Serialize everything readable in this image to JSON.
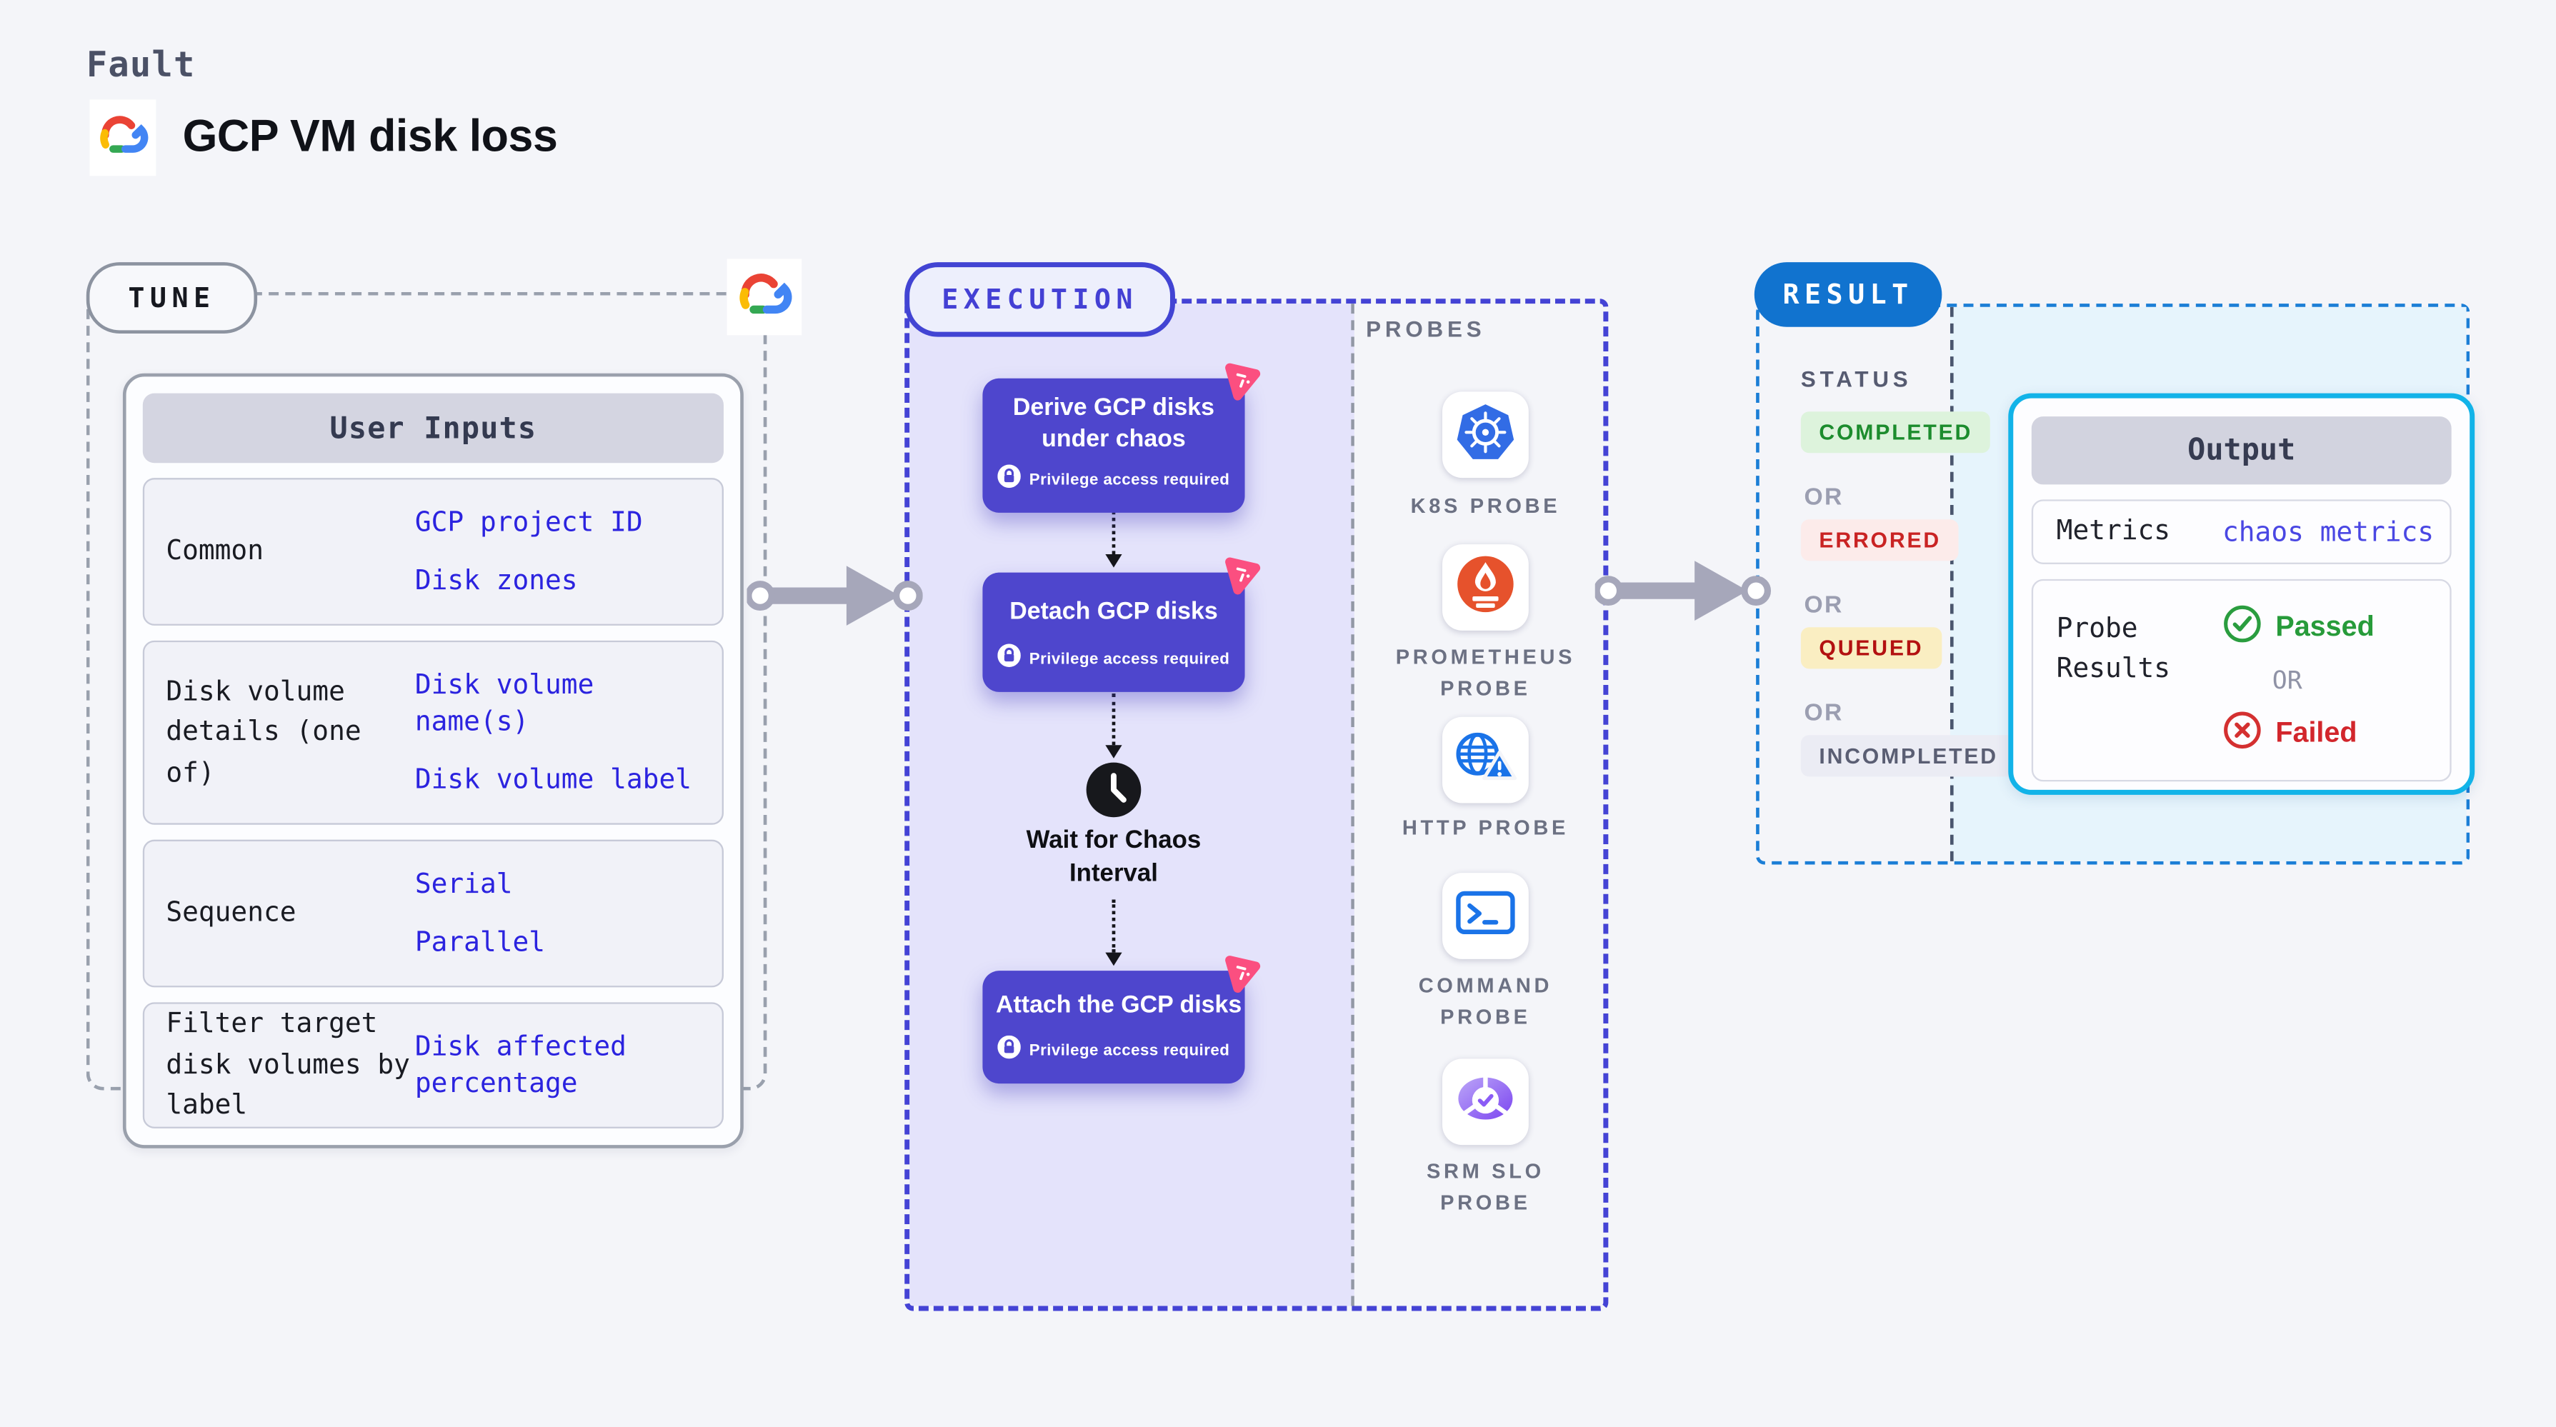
{
  "page": {
    "kicker": "Fault",
    "title": "GCP VM disk loss"
  },
  "tune": {
    "label": "TUNE",
    "table": {
      "header": "User Inputs",
      "rows": [
        {
          "label": "Common",
          "values": [
            "GCP project ID",
            "Disk zones"
          ]
        },
        {
          "label": "Disk volume details (one of)",
          "values": [
            "Disk volume name(s)",
            "Disk volume label"
          ]
        },
        {
          "label": "Sequence",
          "values": [
            "Serial",
            "Parallel"
          ]
        },
        {
          "label": "Filter target disk volumes by label",
          "values": [
            "Disk affected percentage"
          ]
        }
      ]
    }
  },
  "execution": {
    "label": "EXECUTION",
    "nodes": [
      {
        "title": "Derive GCP disks under chaos",
        "badge": "Privilege access required"
      },
      {
        "title": "Detach GCP disks",
        "badge": "Privilege access required"
      },
      {
        "title": "Wait for Chaos Interval"
      },
      {
        "title": "Attach the GCP disks",
        "badge": "Privilege access required"
      }
    ]
  },
  "probes": {
    "label": "PROBES",
    "items": [
      {
        "label": "K8S PROBE",
        "icon": "kubernetes-icon"
      },
      {
        "label": "PROMETHEUS PROBE",
        "icon": "prometheus-icon"
      },
      {
        "label": "HTTP PROBE",
        "icon": "http-globe-icon"
      },
      {
        "label": "COMMAND PROBE",
        "icon": "terminal-icon"
      },
      {
        "label": "SRM SLO PROBE",
        "icon": "srm-slo-icon"
      }
    ]
  },
  "result": {
    "label": "RESULT",
    "status": {
      "label": "STATUS",
      "separator": "OR",
      "options": [
        "COMPLETED",
        "ERRORED",
        "QUEUED",
        "INCOMPLETED"
      ]
    },
    "output": {
      "header": "Output",
      "metrics_label": "Metrics",
      "metrics_value": "chaos metrics",
      "probe_label": "Probe Results",
      "passed": "Passed",
      "separator": "OR",
      "failed": "Failed"
    }
  },
  "colors": {
    "page_bg": "#f4f5f9",
    "node_purple": "#4e46cd",
    "execution_border": "#4443d5",
    "execution_panel": "#e4e3fb",
    "result_blue": "#1173cf",
    "result_border": "#1b7ed6",
    "result_panel": "#e6f4fc",
    "output_border": "#12b3e8",
    "value_blue": "#2b23df",
    "metrics_blue": "#4a47e3",
    "passed_green": "#279b3a",
    "failed_red": "#d2262c",
    "completed_green": "#1c8c2d",
    "errored_red": "#c92323",
    "queued_amber_bg": "#faeec2",
    "pink_badge": "#fb4f80",
    "k8s_blue": "#326ce5",
    "prometheus_orange": "#e6522c",
    "probe_icon_blue": "#1a73e8",
    "srm_purple": "#8b5cf6",
    "gcp_red": "#ea4335",
    "gcp_yellow": "#fbbc05",
    "gcp_green": "#34a853",
    "gcp_blue": "#4285f4"
  }
}
